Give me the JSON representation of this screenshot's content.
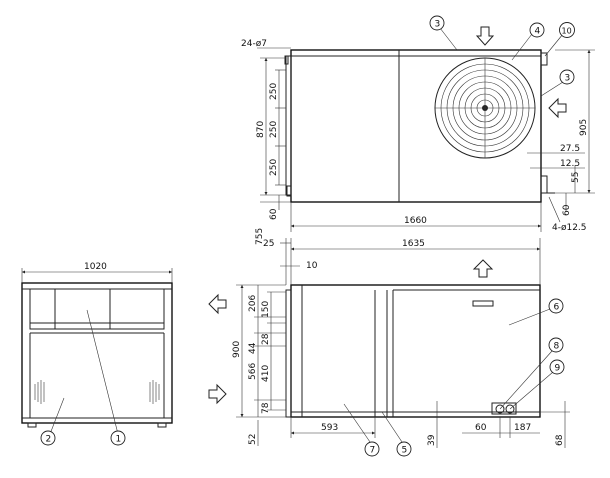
{
  "dims": {
    "front_width": "1020",
    "top_hole_spec": "24-ø7",
    "top_left_870": "870",
    "top_left_250a": "250",
    "top_left_250b": "250",
    "top_left_250c": "250",
    "top_left_60": "60",
    "top_left_755": "755",
    "top_width": "1660",
    "top_right_905": "905",
    "top_right_275": "27.5",
    "top_right_125": "12.5",
    "top_right_55": "55",
    "top_right_60": "60",
    "top_right_holes": "4-ø12.5",
    "side_25": "25",
    "side_1635": "1635",
    "side_10": "10",
    "side_900": "900",
    "side_206": "206",
    "side_150": "150",
    "side_44": "44",
    "side_28": "28",
    "side_566": "566",
    "side_410": "410",
    "side_78": "78",
    "side_52": "52",
    "side_593": "593",
    "side_39": "39",
    "side_60": "60",
    "side_187": "187",
    "side_68": "68"
  },
  "balloons": {
    "b1": "1",
    "b2": "2",
    "b3a": "3",
    "b3b": "3",
    "b4": "4",
    "b5": "5",
    "b6": "6",
    "b7": "7",
    "b8": "8",
    "b9": "9",
    "b10": "10"
  }
}
